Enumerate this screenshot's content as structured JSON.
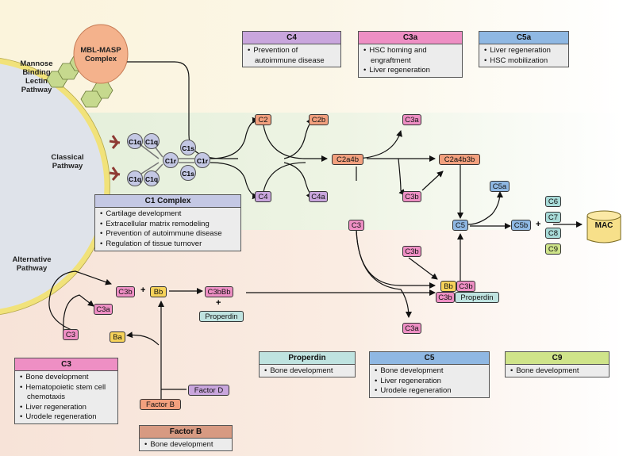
{
  "pathways": {
    "mbl": "Mannose\nBinding\nLectin\nPathway",
    "classical": "Classical\nPathway",
    "alternative": "Alternative\nPathway"
  },
  "mbl_masp": "MBL-MASP\nComplex",
  "c1_parts": {
    "c1q": "C1q",
    "c1r": "C1r",
    "c1s": "C1s"
  },
  "nodes": {
    "c2": "C2",
    "c2b": "C2b",
    "c4": "C4",
    "c4a": "C4a",
    "c2a4b": "C2a4b",
    "c3a_top": "C3a",
    "c2a4b3b": "C2a4b3b",
    "c3b_mid": "C3b",
    "c3_center": "C3",
    "c5a": "C5a",
    "c5": "C5",
    "c5b": "C5b",
    "c6": "C6",
    "c7": "C7",
    "c8": "C8",
    "c9": "C9",
    "mac": "MAC",
    "c3b_right": "C3b",
    "bb": "Bb",
    "c3b_conv1": "C3b",
    "c3b_conv2": "C3b",
    "properdin_conv": "Properdin",
    "c3a_bottom": "C3a",
    "c3b_left": "C3b",
    "bb_left": "Bb",
    "c3bbb": "C3bBb",
    "properdin_left": "Properdin",
    "c3a_left": "C3a",
    "c3_left": "C3",
    "ba": "Ba",
    "factor_d": "Factor D",
    "factor_b": "Factor B"
  },
  "plus_sign": "+",
  "boxes": {
    "c4": {
      "title": "C4",
      "items": [
        "Prevention of",
        "autoimmune disease"
      ]
    },
    "c3a": {
      "title": "C3a",
      "items": [
        "HSC homing and",
        "engraftment",
        "Liver regeneration"
      ]
    },
    "c5a": {
      "title": "C5a",
      "items": [
        "Liver regeneration",
        "HSC mobilization"
      ]
    },
    "c1": {
      "title": "C1 Complex",
      "items": [
        "Cartilage development",
        "Extracellular matrix remodeling",
        "Prevention of autoimmune disease",
        "Regulation of tissue turnover"
      ]
    },
    "c3": {
      "title": "C3",
      "items": [
        "Bone development",
        "Hematopoietic stem cell",
        "chemotaxis",
        "Liver regeneration",
        "Urodele regeneration"
      ]
    },
    "properdin": {
      "title": "Properdin",
      "items": [
        "Bone development"
      ]
    },
    "c5": {
      "title": "C5",
      "items": [
        "Bone development",
        "Liver regeneration",
        "Urodele regeneration"
      ]
    },
    "c9": {
      "title": "C9",
      "items": [
        "Bone development"
      ]
    },
    "factorb": {
      "title": "Factor B",
      "items": [
        "Bone development"
      ]
    }
  },
  "colors": {
    "orange": "#f2a07e",
    "pink": "#ee8fc4",
    "purple": "#c9a6dd",
    "yellow": "#f7d35a",
    "blue": "#8fb8e3",
    "teal": "#a8dbd8",
    "green": "#cfe48a",
    "cell_membrane": "#f1e27a",
    "cell_body": "#dfe3ea"
  }
}
